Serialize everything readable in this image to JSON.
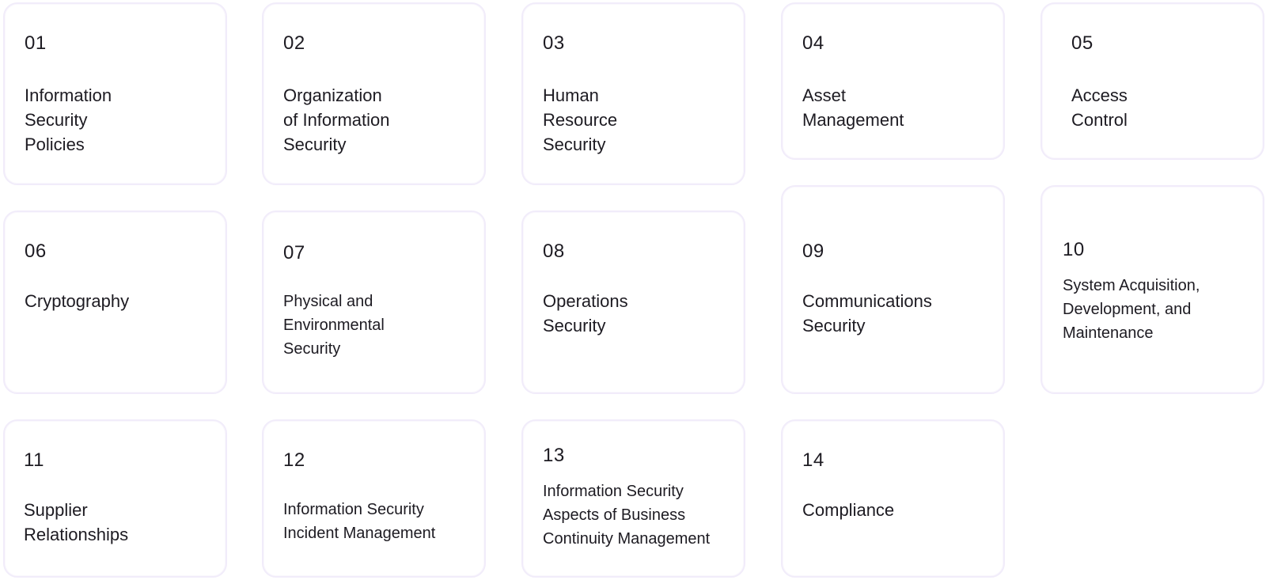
{
  "controls": [
    {
      "number": "01",
      "title": "Information\nSecurity\nPolicies"
    },
    {
      "number": "02",
      "title": "Organization\nof Information\nSecurity"
    },
    {
      "number": "03",
      "title": "Human\nResource\nSecurity"
    },
    {
      "number": "04",
      "title": "Asset\nManagement"
    },
    {
      "number": "05",
      "title": "Access\nControl"
    },
    {
      "number": "06",
      "title": "Cryptography"
    },
    {
      "number": "07",
      "title": "Physical and\nEnvironmental\nSecurity"
    },
    {
      "number": "08",
      "title": "Operations\nSecurity"
    },
    {
      "number": "09",
      "title": "Communications\nSecurity"
    },
    {
      "number": "10",
      "title": "System Acquisition,\nDevelopment, and\nMaintenance"
    },
    {
      "number": "11",
      "title": "Supplier\nRelationships"
    },
    {
      "number": "12",
      "title": "Information Security\nIncident Management"
    },
    {
      "number": "13",
      "title": "Information Security\nAspects of Business\nContinuity Management"
    },
    {
      "number": "14",
      "title": "Compliance"
    }
  ],
  "colors": {
    "card_border": "#f1ecfa",
    "text": "#1d1b22",
    "background": "#ffffff"
  }
}
